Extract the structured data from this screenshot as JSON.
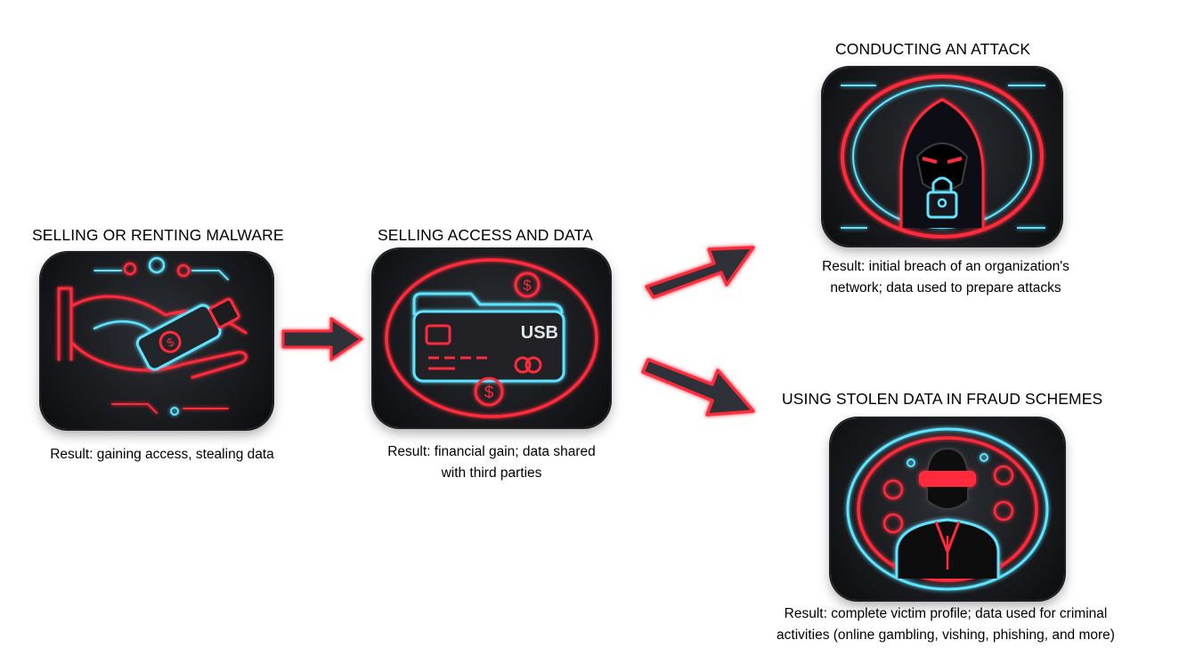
{
  "steps": [
    {
      "id": "malware",
      "title": "SELLING OR RENTING MALWARE",
      "result": [
        "Result: gaining access, stealing data"
      ],
      "icon": "hand-usb-icon"
    },
    {
      "id": "access",
      "title": "SELLING ACCESS AND DATA",
      "result": [
        "Result: financial gain; data shared",
        "with third parties"
      ],
      "icon": "credit-card-icon",
      "card_text": "USB"
    },
    {
      "id": "attack",
      "title": "CONDUCTING AN ATTACK",
      "result": [
        "Result: initial breach of an organization's",
        "network; data used to prepare attacks"
      ],
      "icon": "hooded-hacker-icon"
    },
    {
      "id": "fraud",
      "title": "USING STOLEN DATA IN FRAUD SCHEMES",
      "result": [
        "Result: complete victim profile; data used for criminal",
        "activities (online gambling, vishing, phishing, and more)"
      ],
      "icon": "masked-person-icon"
    }
  ],
  "colors": {
    "neon_red": "#ff2a3a",
    "neon_cyan": "#5fe3ff",
    "tile_dark": "#16181b",
    "arrow_body": "#2f3338"
  }
}
